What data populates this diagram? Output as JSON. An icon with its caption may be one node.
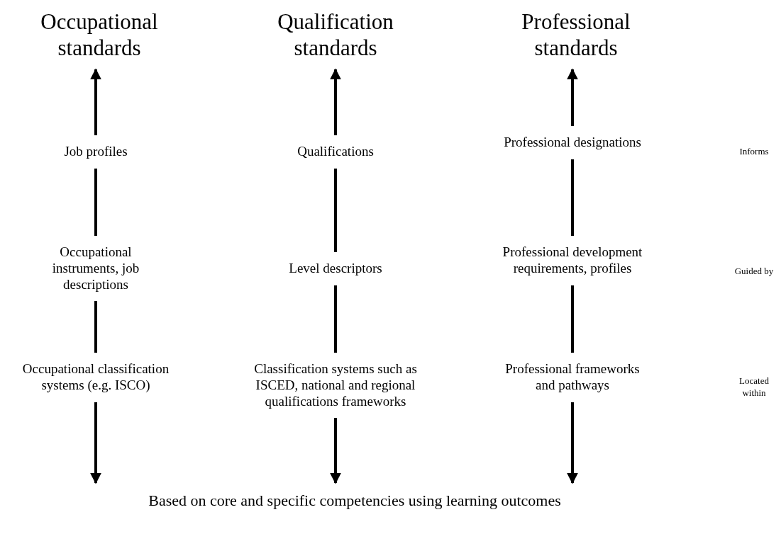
{
  "diagram": {
    "nodes": [
      {
        "text": [
          "Occupational standards"
        ]
      },
      {
        "text": [
          "Qualification standards"
        ]
      },
      {
        "text": [
          "Professional standards"
        ]
      },
      {
        "text": [
          "Job profiles"
        ]
      },
      {
        "text": [
          "Qualifications"
        ]
      },
      {
        "text": [
          "Professional designations"
        ]
      },
      {
        "text": [
          "Occupational instruments, job descriptions"
        ]
      },
      {
        "text": [
          "Level descriptors"
        ]
      },
      {
        "text": [
          "Professional development requirements, profiles"
        ]
      },
      {
        "text": [
          "Occupational classification systems (e.g. ISCO)"
        ]
      },
      {
        "text": [
          "Classification systems such as ISCED, national and regional qualifications frameworks"
        ]
      },
      {
        "text": [
          "Professional frameworks and pathways"
        ]
      },
      {
        "text": [
          "Based on core and specific competencies using learning outcomes"
        ]
      }
    ],
    "edges": [
      {
        "from": 3,
        "to": 0,
        "arrow": "to"
      },
      {
        "from": 3,
        "to": 6,
        "arrow": "none"
      },
      {
        "from": 6,
        "to": 9,
        "arrow": "none"
      },
      {
        "from": 9,
        "to": 12,
        "arrow": "to"
      },
      {
        "from": 4,
        "to": 1,
        "arrow": "to"
      },
      {
        "from": 4,
        "to": 7,
        "arrow": "none"
      },
      {
        "from": 7,
        "to": 10,
        "arrow": "none"
      },
      {
        "from": 10,
        "to": 12,
        "arrow": "to"
      },
      {
        "from": 5,
        "to": 2,
        "arrow": "to"
      },
      {
        "from": 5,
        "to": 8,
        "arrow": "none"
      },
      {
        "from": 8,
        "to": 11,
        "arrow": "none"
      },
      {
        "from": 11,
        "to": 12,
        "arrow": "to"
      }
    ],
    "labels": [
      "Informs",
      "Guided by",
      "Located within"
    ]
  }
}
